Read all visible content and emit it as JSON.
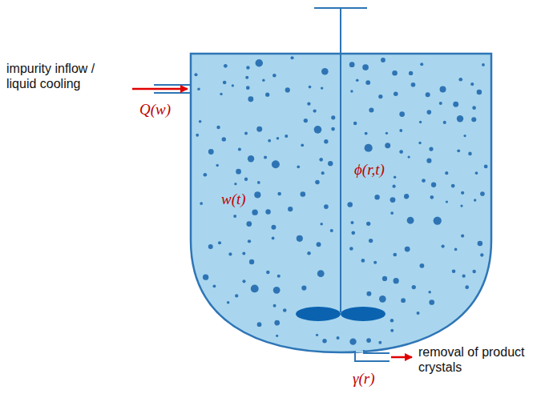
{
  "diagram": {
    "labels": [
      "impurity inflow / liquid cooling",
      "Q(w)",
      "w(t)",
      "ϕ(r,t)",
      "removal of product crystals",
      "γ(r)"
    ]
  }
}
